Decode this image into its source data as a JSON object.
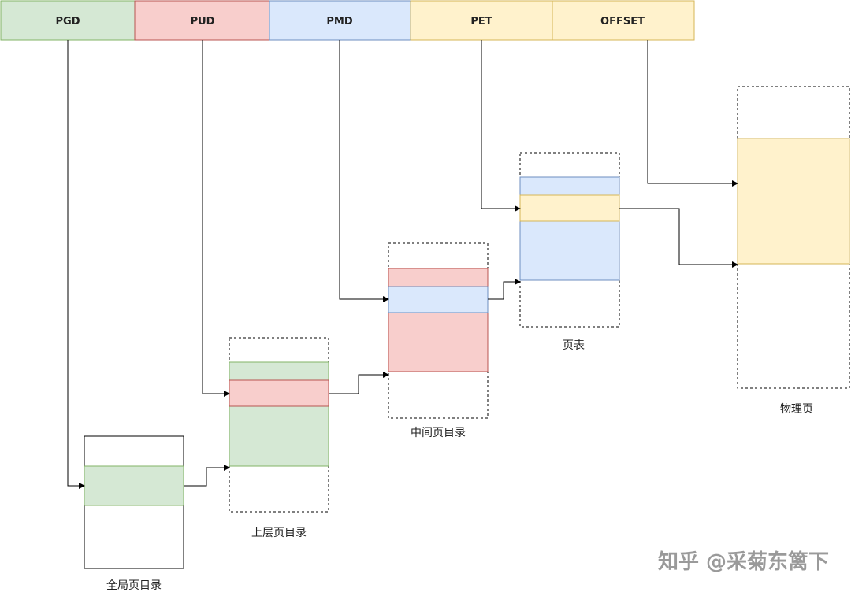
{
  "address_fields": [
    {
      "label": "PGD",
      "color": "#d5e8d4"
    },
    {
      "label": "PUD",
      "color": "#f8cecc"
    },
    {
      "label": "PMD",
      "color": "#dae8fc"
    },
    {
      "label": "PET",
      "color": "#fff2cc"
    },
    {
      "label": "OFFSET",
      "color": "#fff2cc"
    }
  ],
  "tables": {
    "global": {
      "caption": "全局页目录"
    },
    "upper": {
      "caption": "上层页目录"
    },
    "middle": {
      "caption": "中间页目录"
    },
    "page_table": {
      "caption": "页表"
    },
    "physical": {
      "caption": "物理页"
    }
  },
  "colors": {
    "green": "#d5e8d4",
    "red": "#f8cecc",
    "blue": "#dae8fc",
    "yellow": "#fff2cc",
    "line": "#000000"
  },
  "watermark": "知乎 @采菊东篱下"
}
